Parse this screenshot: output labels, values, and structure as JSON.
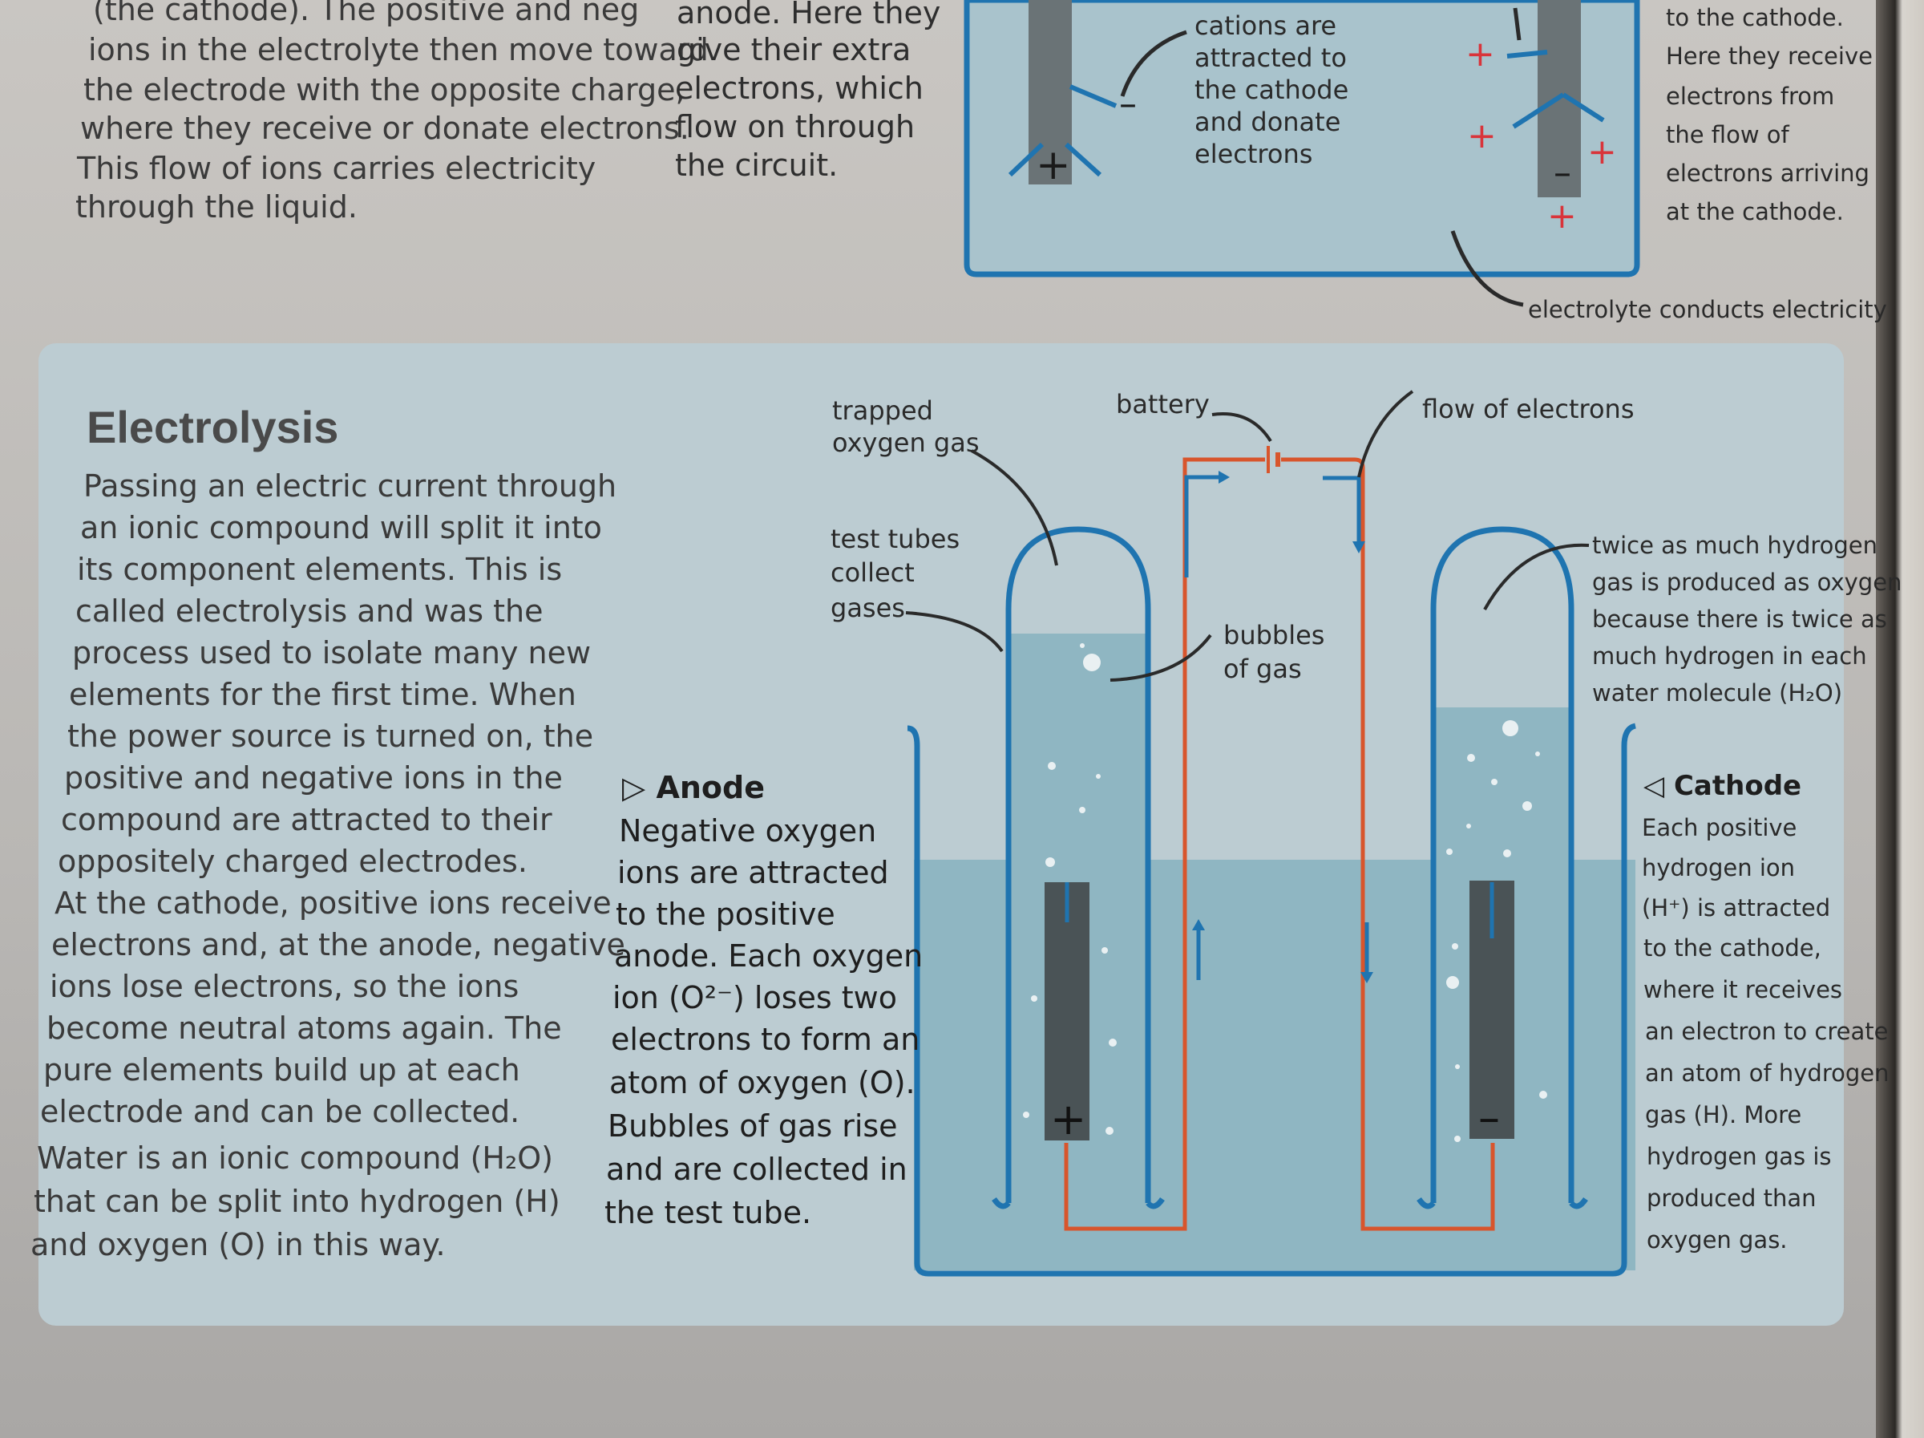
{
  "top_left_text": [
    "(the cathode). The positive and neg",
    "ions in the electrolyte then move toward",
    "the electrode with the opposite charge,",
    "where they receive or donate electrons.",
    "This flow of ions carries electricity",
    "through the liquid."
  ],
  "top_middle_text": [
    "anode. Here they",
    "give their extra",
    "electrons, which",
    "flow on through",
    "the circuit."
  ],
  "top_diagram": {
    "cations_label": [
      "cations are",
      "attracted to",
      "the cathode",
      "and donate",
      "electrons"
    ],
    "cathode_text": [
      "to the cathode.",
      "Here they receive",
      "electrons from",
      "the flow of",
      "electrons arriving",
      "at the cathode."
    ],
    "electrolyte_label": "electrolyte conducts electricity",
    "plus_symbol": "+",
    "minus_symbol": "–"
  },
  "section": {
    "title": "Electrolysis",
    "paragraph": [
      "Passing an electric current through",
      "an ionic compound will split it into",
      "its component elements. This is",
      "called electrolysis and was the",
      "process used to isolate many new",
      "elements for the first time. When",
      "the power source is turned on, the",
      "positive and negative ions in the",
      "compound are attracted to their",
      "oppositely charged electrodes.",
      "At the cathode, positive ions receive",
      "electrons and, at the anode, negative",
      "ions lose electrons, so the ions",
      "become neutral atoms again. The",
      "pure elements build up at each",
      "electrode and can be collected.",
      "Water is an ionic compound (H₂O)",
      "that can be split into hydrogen (H)",
      "and oxygen (O) in this way."
    ]
  },
  "diagram_labels": {
    "trapped_oxygen": [
      "trapped",
      "oxygen gas"
    ],
    "battery": "battery",
    "flow_of_electrons": "flow of electrons",
    "test_tubes": [
      "test tubes",
      "collect",
      "gases"
    ],
    "bubbles": [
      "bubbles",
      "of gas"
    ],
    "twice_hydrogen": [
      "twice as much hydrogen",
      "gas is produced as oxygen",
      "because there is twice as",
      "much hydrogen in each",
      "water molecule (H₂O)"
    ]
  },
  "anode": {
    "title": "▷ Anode",
    "lines": [
      "Negative oxygen",
      "ions are attracted",
      "to the positive",
      "anode. Each oxygen",
      "ion (O²⁻) loses two",
      "electrons to form an",
      "atom of oxygen (O).",
      "Bubbles of gas rise",
      "and are collected in",
      "the test tube."
    ]
  },
  "cathode": {
    "title": "◁ Cathode",
    "lines": [
      "Each positive",
      "hydrogen ion",
      "(H⁺) is attracted",
      "to the cathode,",
      "where it receives",
      "an electron to create",
      "an atom of hydrogen",
      "gas (H). More",
      "hydrogen gas is",
      "produced than",
      "oxygen gas."
    ]
  },
  "electrode_signs": {
    "anode": "+",
    "cathode": "–"
  },
  "colors": {
    "panel": "#bcccd2",
    "water": "#8fb6c2",
    "tube_outline": "#1f74b0",
    "wire": "#d8552c",
    "electrode": "#4a5356",
    "plus_red": "#d9343a"
  }
}
